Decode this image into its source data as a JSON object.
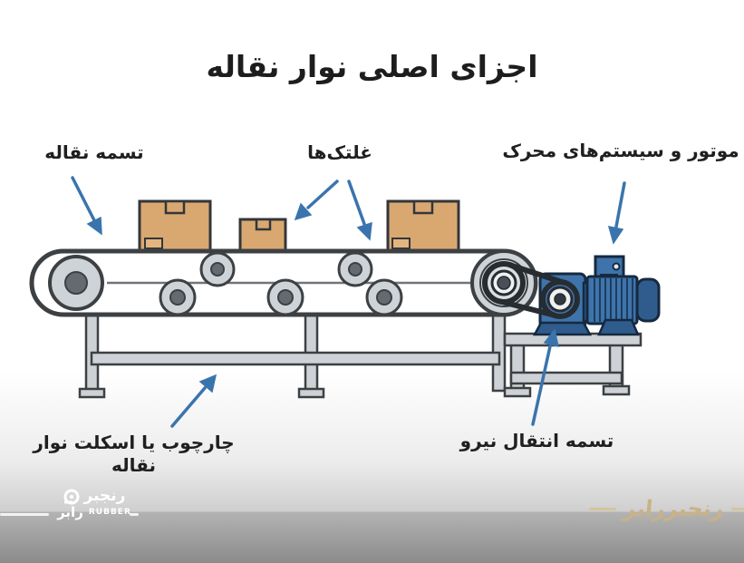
{
  "title": "اجزای اصلی نوار نقاله",
  "labels": {
    "belt": "تسمه نقاله",
    "rollers": "غلتک‌ها",
    "motor_drive": "موتور و سیستم‌های محرک",
    "frame": "چارچوب یا اسکلت نوار نقاله",
    "power_belt": "تسمه انتقال نیرو"
  },
  "watermark": {
    "brand_fa_line1": "رنجبر",
    "brand_fa_line2": "رابر",
    "brand_en": "RUBBER",
    "bottom_right_text": "رنجبررابر"
  },
  "colors": {
    "label_text": "#1f1f1f",
    "arrow_blue": "#3a74ad",
    "box_tan": "#d9a871",
    "motor_blue": "#3e74ab",
    "frame_gray": "#ced2d6",
    "belt_outline": "#3d4043",
    "watermark_gold": "#c9b286"
  }
}
